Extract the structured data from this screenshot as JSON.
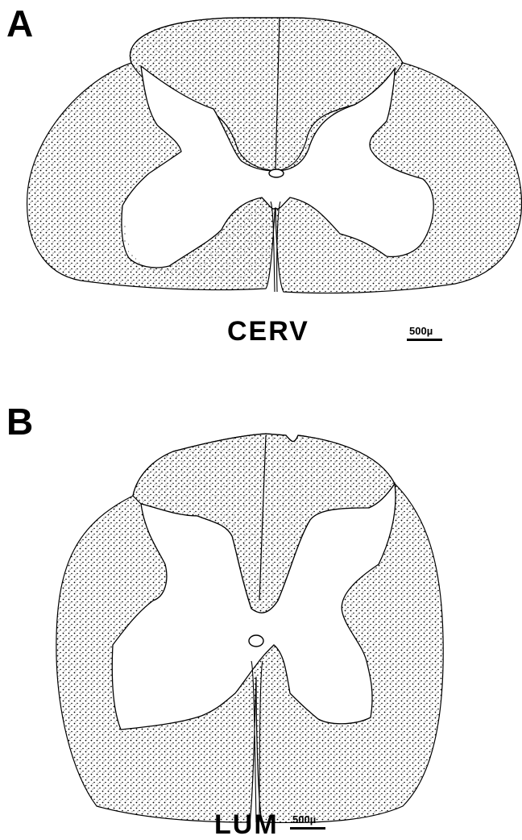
{
  "figure": {
    "panels": [
      {
        "letter": "A",
        "section_label": "CERV",
        "scale_label": "500µ"
      },
      {
        "letter": "B",
        "section_label": "LUM",
        "scale_label": "500µ"
      }
    ],
    "stipple_color": "#000000",
    "background_color": "#ffffff"
  }
}
